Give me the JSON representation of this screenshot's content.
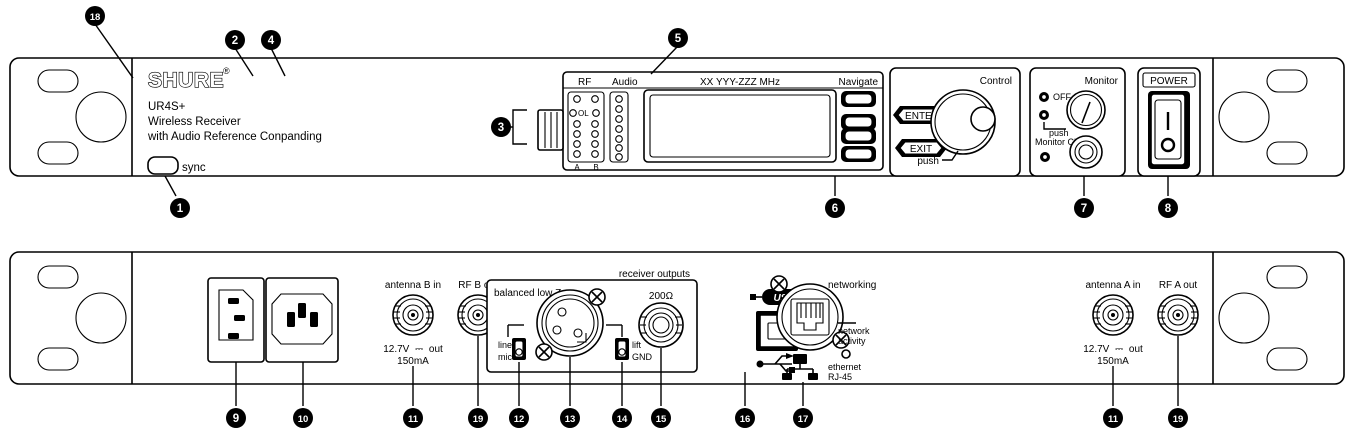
{
  "diagram": {
    "title": "Shure UR4S+ Wireless Receiver front and rear panel",
    "type": "line-art-callout-diagram",
    "line_color": "#000000",
    "background_color": "#ffffff"
  },
  "front_panel": {
    "brand": "SHURE",
    "brand_mark": "®",
    "model": "UR4S+",
    "product_line_1": "Wireless Receiver",
    "product_line_2": "with Audio Reference Conpanding",
    "sync_label": "sync",
    "meters": {
      "rf_label": "RF",
      "audio_label": "Audio",
      "channel_a": "A",
      "channel_b": "B",
      "overload_label": "OL",
      "rf_led_rows": 6,
      "audio_led_rows": 7
    },
    "display": {
      "frequency_label": "XX YYY-ZZZ MHz",
      "navigate_label": "Navigate",
      "navigate_buttons": 4
    },
    "control_section": {
      "enter_label": "ENTER",
      "exit_label": "EXIT",
      "control_label": "Control",
      "push_label": "push"
    },
    "monitor_section": {
      "monitor_label": "Monitor",
      "off_label": "OFF",
      "push_label": "push",
      "monitor_clip_label": "Monitor Clip"
    },
    "power_section": {
      "power_label": "POWER",
      "on_symbol": "I",
      "off_symbol": "O"
    }
  },
  "rear_panel": {
    "antenna_b": {
      "title": "antenna B in",
      "voltage_line_1": "12.7V",
      "voltage_dc_symbol": "⎓",
      "voltage_out": "out",
      "current": "150mA"
    },
    "rf_b_out": {
      "title": "RF B out"
    },
    "receiver_outputs": {
      "section_label": "receiver outputs",
      "balanced_label": "balanced low Z",
      "line_label": "line",
      "mic_label": "mic",
      "lift_label": "lift",
      "gnd_label": "GND",
      "impedance_label": "200Ω"
    },
    "usb": {
      "label": "USB"
    },
    "networking": {
      "title": "networking",
      "activity_line_1": "network",
      "activity_line_2": "activity",
      "ethernet_line_1": "ethernet",
      "ethernet_line_2": "RJ-45"
    },
    "antenna_a": {
      "title": "antenna A in",
      "voltage_line_1": "12.7V",
      "voltage_dc_symbol": "⎓",
      "voltage_out": "out",
      "current": "150mA"
    },
    "rf_a_out": {
      "title": "RF A out"
    }
  },
  "callouts": {
    "c1": "1",
    "c2": "2",
    "c3": "3",
    "c4": "4",
    "c5": "5",
    "c6": "6",
    "c7": "7",
    "c8": "8",
    "c9": "9",
    "c10": "10",
    "c11a": "11",
    "c11b": "11",
    "c12": "12",
    "c13": "13",
    "c14": "14",
    "c15": "15",
    "c16": "16",
    "c17": "17",
    "c18": "18",
    "c19a": "19",
    "c19b": "19"
  }
}
